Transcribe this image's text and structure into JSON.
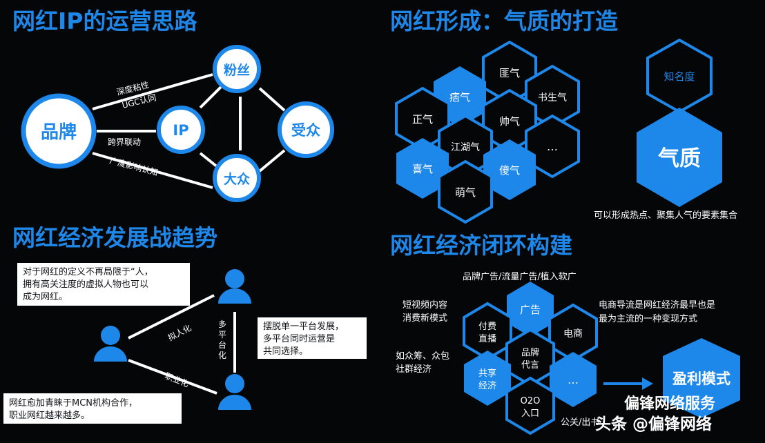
{
  "colors": {
    "accent": "#1e88ea",
    "background": "#050608",
    "node_fill": "#ffffff",
    "dark_text": "#111318"
  },
  "q1": {
    "title": "网红IP的运营思路",
    "nodes": {
      "fans": "粉丝",
      "brand": "品牌",
      "ip": "IP",
      "audience": "受众",
      "public": "大众"
    },
    "edge_labels": {
      "deep_sticky": "深度粘性",
      "ugc": "UGC认同",
      "cross": "跨界联动",
      "wide": "广度影响认知"
    }
  },
  "q2": {
    "title": "网红形成：气质的打造",
    "hexes": [
      "匪气",
      "痞气",
      "书生气",
      "正气",
      "帅气",
      "江湖气",
      "…",
      "喜气",
      "傻气",
      "萌气"
    ],
    "fame": "知名度",
    "plus": "+",
    "temperament": "气质",
    "caption": "可以形成热点、聚集人气的要素集合"
  },
  "q3": {
    "title": "网红经济发展战趋势",
    "box1": [
      "对于网红的定义不再局限于“人，",
      "拥有高关注度的虚拟人物也可以",
      "成为网红。"
    ],
    "box2": [
      "摆脱单一平台发展，",
      "多平台同时运营是",
      "共同选择。"
    ],
    "box3": [
      "网红愈加青睐于MCN机构合作，",
      "职业网红越来越多。"
    ],
    "edges": {
      "virtual": "拟人化",
      "multi": [
        "多",
        "平",
        "台",
        "化"
      ],
      "pro": "职业化"
    }
  },
  "q4": {
    "title": "网红经济闭环构建",
    "top_line": "品牌广告/流量广告/植入软广",
    "left1": [
      "短视频内容",
      "消费新模式"
    ],
    "left2": [
      "如众筹、众包",
      "社群经济"
    ],
    "right1": [
      "电商导流是网红经济最早也是",
      "最为主流的一种变现方式"
    ],
    "hexes": {
      "ad": "广告",
      "pay": [
        "付费",
        "直播"
      ],
      "ecom": "电商",
      "brand": [
        "品牌",
        "代言"
      ],
      "share": [
        "共享",
        "经济"
      ],
      "more": "…",
      "o2o": [
        "O2O",
        "入口"
      ]
    },
    "profit": "盈利模式",
    "bottom_text": "公关/出书",
    "watermark": "偏锋网络服务",
    "footer": "头条 @偏锋网络"
  }
}
